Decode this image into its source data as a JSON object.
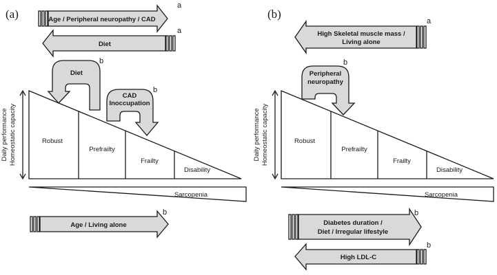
{
  "panels": [
    {
      "label": "(a)",
      "arrows": [
        {
          "text": [
            "Age / Peripheral neuropathy / CAD"
          ],
          "sup": "a"
        },
        {
          "text": [
            "Diet"
          ],
          "sup": "a"
        },
        {
          "text": [
            "Age / Living alone"
          ],
          "sup": "b"
        }
      ],
      "curves": [
        {
          "text": [
            "Diet"
          ],
          "sup": "b"
        },
        {
          "text": [
            "CAD",
            "Inoccupation"
          ],
          "sup": "b"
        }
      ],
      "y_axis": [
        "Daily performance",
        "Homeostatic capacity"
      ],
      "stages": [
        "Robust",
        "Prefrailty",
        "Frailty",
        "Disability"
      ],
      "wedge": "Sarcopenia"
    },
    {
      "label": "(b)",
      "arrows": [
        {
          "text": [
            "High Skeletal muscle mass /",
            "Living alone"
          ],
          "sup": "a"
        },
        {
          "text": [
            "Diabetes duration /",
            "Diet / Irregular lifestyle"
          ],
          "sup": "b"
        },
        {
          "text": [
            "High LDL-C"
          ],
          "sup": "b"
        }
      ],
      "curves": [
        {
          "text": [
            "Peripheral",
            "neuropathy"
          ],
          "sup": "b"
        }
      ],
      "y_axis": [
        "Daily performance",
        "Homeostatic capacity"
      ],
      "stages": [
        "Robust",
        "Prefrailty",
        "Frailty",
        "Disability"
      ],
      "wedge": "Sarcopenia"
    }
  ]
}
